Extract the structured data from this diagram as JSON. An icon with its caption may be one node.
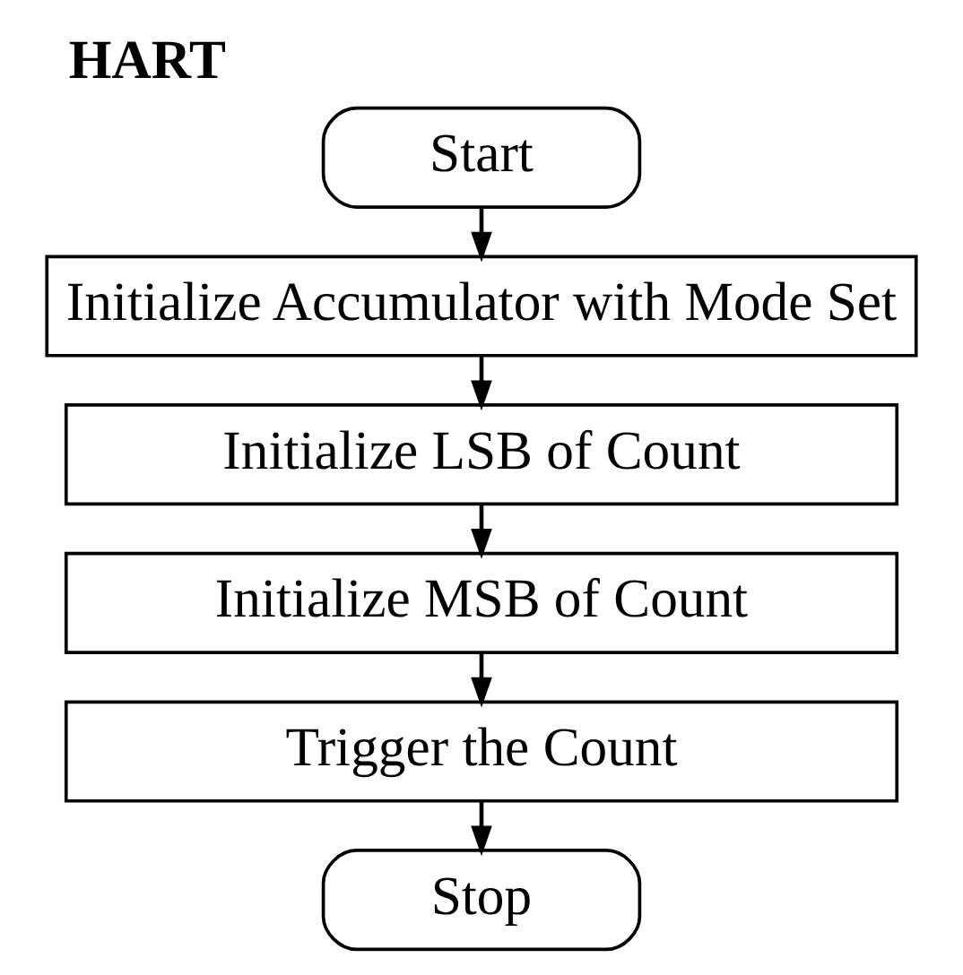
{
  "diagram": {
    "title": "HART",
    "nodes": [
      {
        "text": [
          "Start"
        ]
      },
      {
        "text": [
          "Initialize Accumulator with Mode Set"
        ]
      },
      {
        "text": [
          "Initialize LSB of Count"
        ]
      },
      {
        "text": [
          "Initialize MSB of Count"
        ]
      },
      {
        "text": [
          "Trigger the Count"
        ]
      },
      {
        "text": [
          "Stop"
        ]
      }
    ],
    "edges": [
      {
        "from": 0,
        "to": 1,
        "arrow": "to"
      },
      {
        "from": 1,
        "to": 2,
        "arrow": "to"
      },
      {
        "from": 2,
        "to": 3,
        "arrow": "to"
      },
      {
        "from": 3,
        "to": 4,
        "arrow": "to"
      },
      {
        "from": 4,
        "to": 5,
        "arrow": "to"
      }
    ]
  }
}
